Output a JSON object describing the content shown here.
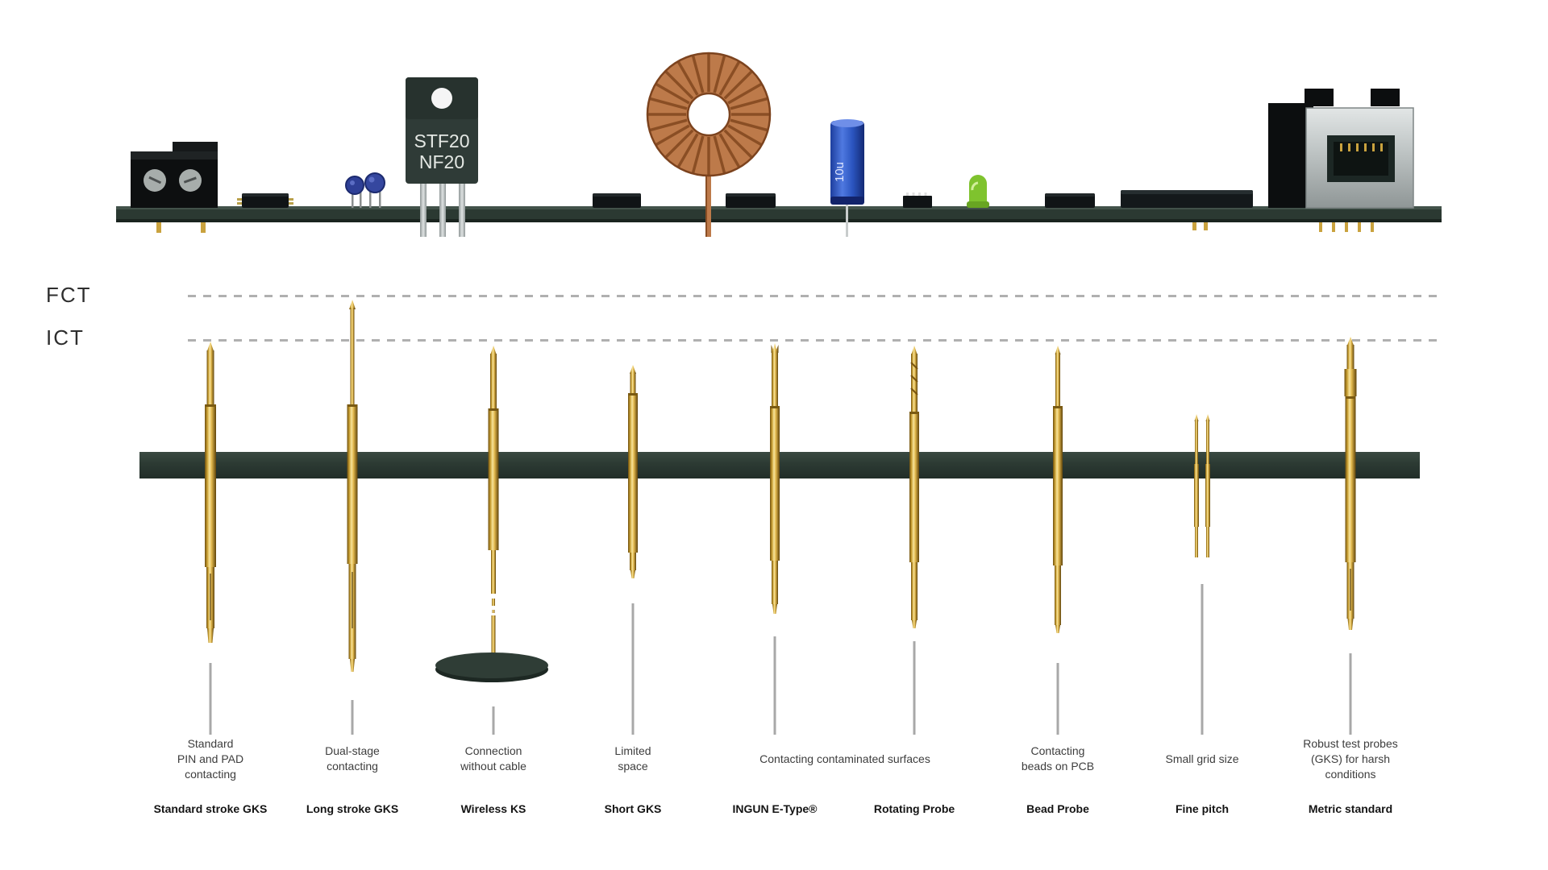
{
  "axis": {
    "fct": "FCT",
    "ict": "ICT"
  },
  "pcb": {
    "transistor_label": [
      "STF20",
      "NF20"
    ],
    "capacitor_label": "10u",
    "component_icons": [
      "terminal-block",
      "ic-chip",
      "disc-capacitor",
      "to220-transistor",
      "ic-chip",
      "toroidal-inductor",
      "ic-chip",
      "electrolytic-capacitor",
      "soic-chip",
      "led",
      "ic-chip",
      "flat-module",
      "ethernet-jack"
    ]
  },
  "shared_label": {
    "desc": "Contacting contaminated surfaces"
  },
  "probes": [
    {
      "name": "Standard stroke GKS",
      "desc": [
        "Standard",
        "PIN and PAD",
        "contacting"
      ]
    },
    {
      "name": "Long stroke GKS",
      "desc": [
        "Dual-stage",
        "contacting"
      ]
    },
    {
      "name": "Wireless KS",
      "desc": [
        "Connection",
        "without cable"
      ]
    },
    {
      "name": "Short GKS",
      "desc": [
        "Limited",
        "space"
      ]
    },
    {
      "name": "INGUN E-Type®",
      "desc": []
    },
    {
      "name": "Rotating Probe",
      "desc": []
    },
    {
      "name": "Bead Probe",
      "desc": [
        "Contacting",
        "beads on PCB"
      ]
    },
    {
      "name": "Fine pitch",
      "desc": [
        "Small grid size"
      ]
    },
    {
      "name": "Metric standard",
      "desc": [
        "Robust test probes",
        "(GKS) for harsh",
        "conditions"
      ]
    }
  ],
  "colors": {
    "board": "#2b3932",
    "plate": "#2c3a33",
    "gold_light": "#f7e49c",
    "gold_dark": "#6e4f0e",
    "copper": "#bd7a4a",
    "line_gray": "#a8a8a8",
    "cap_blue": "#2b55c0",
    "led_green": "#7fc32e"
  }
}
